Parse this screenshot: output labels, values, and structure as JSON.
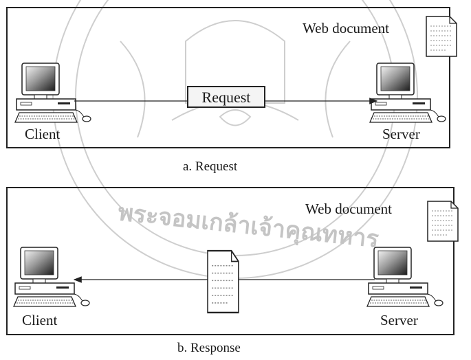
{
  "panel_a": {
    "web_document_label": "Web document",
    "request_label": "Request",
    "client_label": "Client",
    "server_label": "Server",
    "caption": "a. Request"
  },
  "panel_b": {
    "web_document_label": "Web document",
    "client_label": "Client",
    "server_label": "Server",
    "caption": "b. Response"
  },
  "watermark": {
    "text": "พระจอมเกล้าเจ้าคุณทหาร"
  }
}
